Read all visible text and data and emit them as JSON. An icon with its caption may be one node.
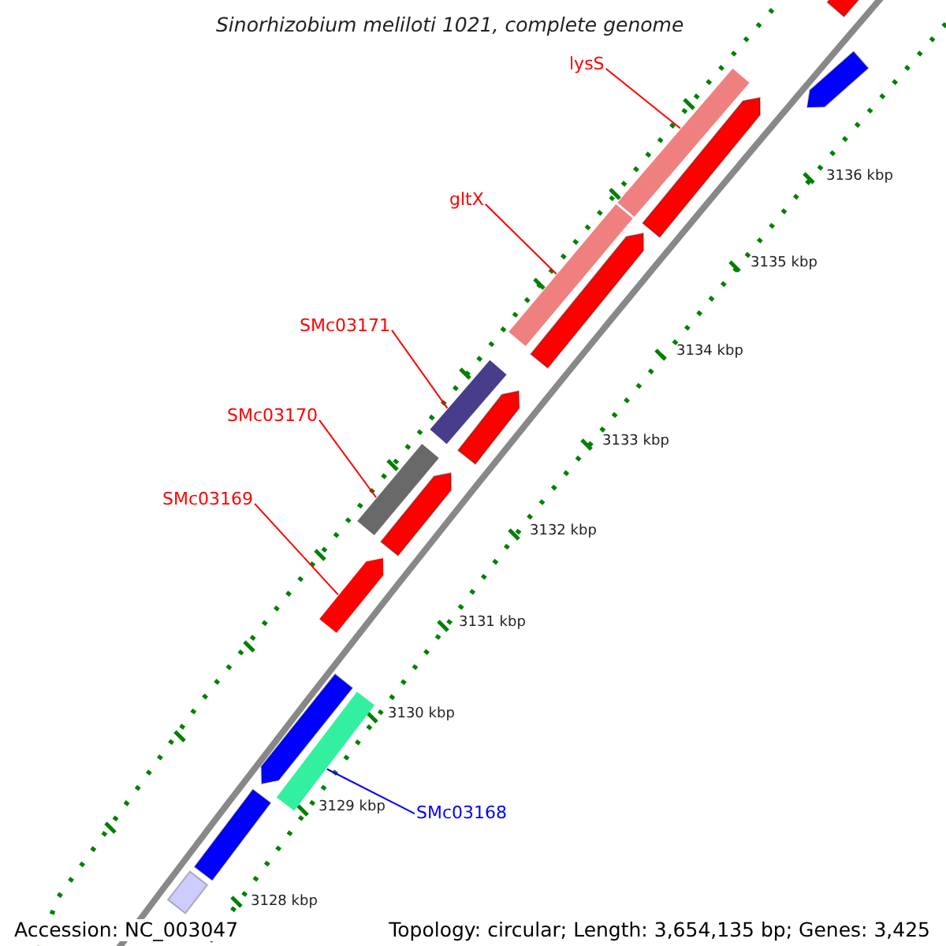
{
  "diagram": {
    "title": "Sinorhizobium meliloti 1021, complete genome",
    "nodes": [
      {
        "text": [
          "lysS"
        ]
      },
      {
        "text": [
          "gltX"
        ]
      },
      {
        "text": [
          "SMc03171"
        ]
      },
      {
        "text": [
          "SMc03170"
        ]
      },
      {
        "text": [
          "SMc03169"
        ]
      },
      {
        "text": [
          "SMc03168"
        ]
      },
      {
        "text": [],
        "shape": "bar"
      },
      {
        "text": [],
        "shape": "bar"
      },
      {
        "text": [],
        "shape": "bar"
      },
      {
        "text": [],
        "shape": "bar"
      },
      {
        "text": [],
        "shape": "bar"
      },
      {
        "text": [],
        "shape": "bar"
      },
      {
        "text": [],
        "shape": "bar"
      },
      {
        "text": [],
        "shape": "bar"
      },
      {
        "text": [],
        "shape": "bar"
      },
      {
        "text": [],
        "shape": "bar"
      },
      {
        "text": [],
        "shape": "bar"
      },
      {
        "text": [],
        "shape": "bar"
      },
      {
        "text": [],
        "shape": "bar"
      },
      {
        "text": [],
        "shape": "bar"
      },
      {
        "text": [],
        "shape": "bar"
      }
    ],
    "edges": [
      {
        "from": 0,
        "to": 6,
        "arrow": "none"
      },
      {
        "from": 1,
        "to": 7,
        "arrow": "none"
      },
      {
        "from": 2,
        "to": 8,
        "arrow": "none"
      },
      {
        "from": 3,
        "to": 9,
        "arrow": "none"
      },
      {
        "from": 4,
        "to": 10,
        "arrow": "none"
      },
      {
        "from": 5,
        "to": 11,
        "arrow": "none",
        "color": "#0000ff"
      }
    ],
    "labels": [
      "3136 kbp",
      "3135 kbp",
      "3134 kbp",
      "3133 kbp",
      "3132 kbp",
      "3131 kbp",
      "3130 kbp",
      "3129 kbp",
      "3128 kbp",
      "Accession: NC_003047",
      "Topology: circular; Length: 3,654,135 bp; Genes: 3,425"
    ]
  }
}
